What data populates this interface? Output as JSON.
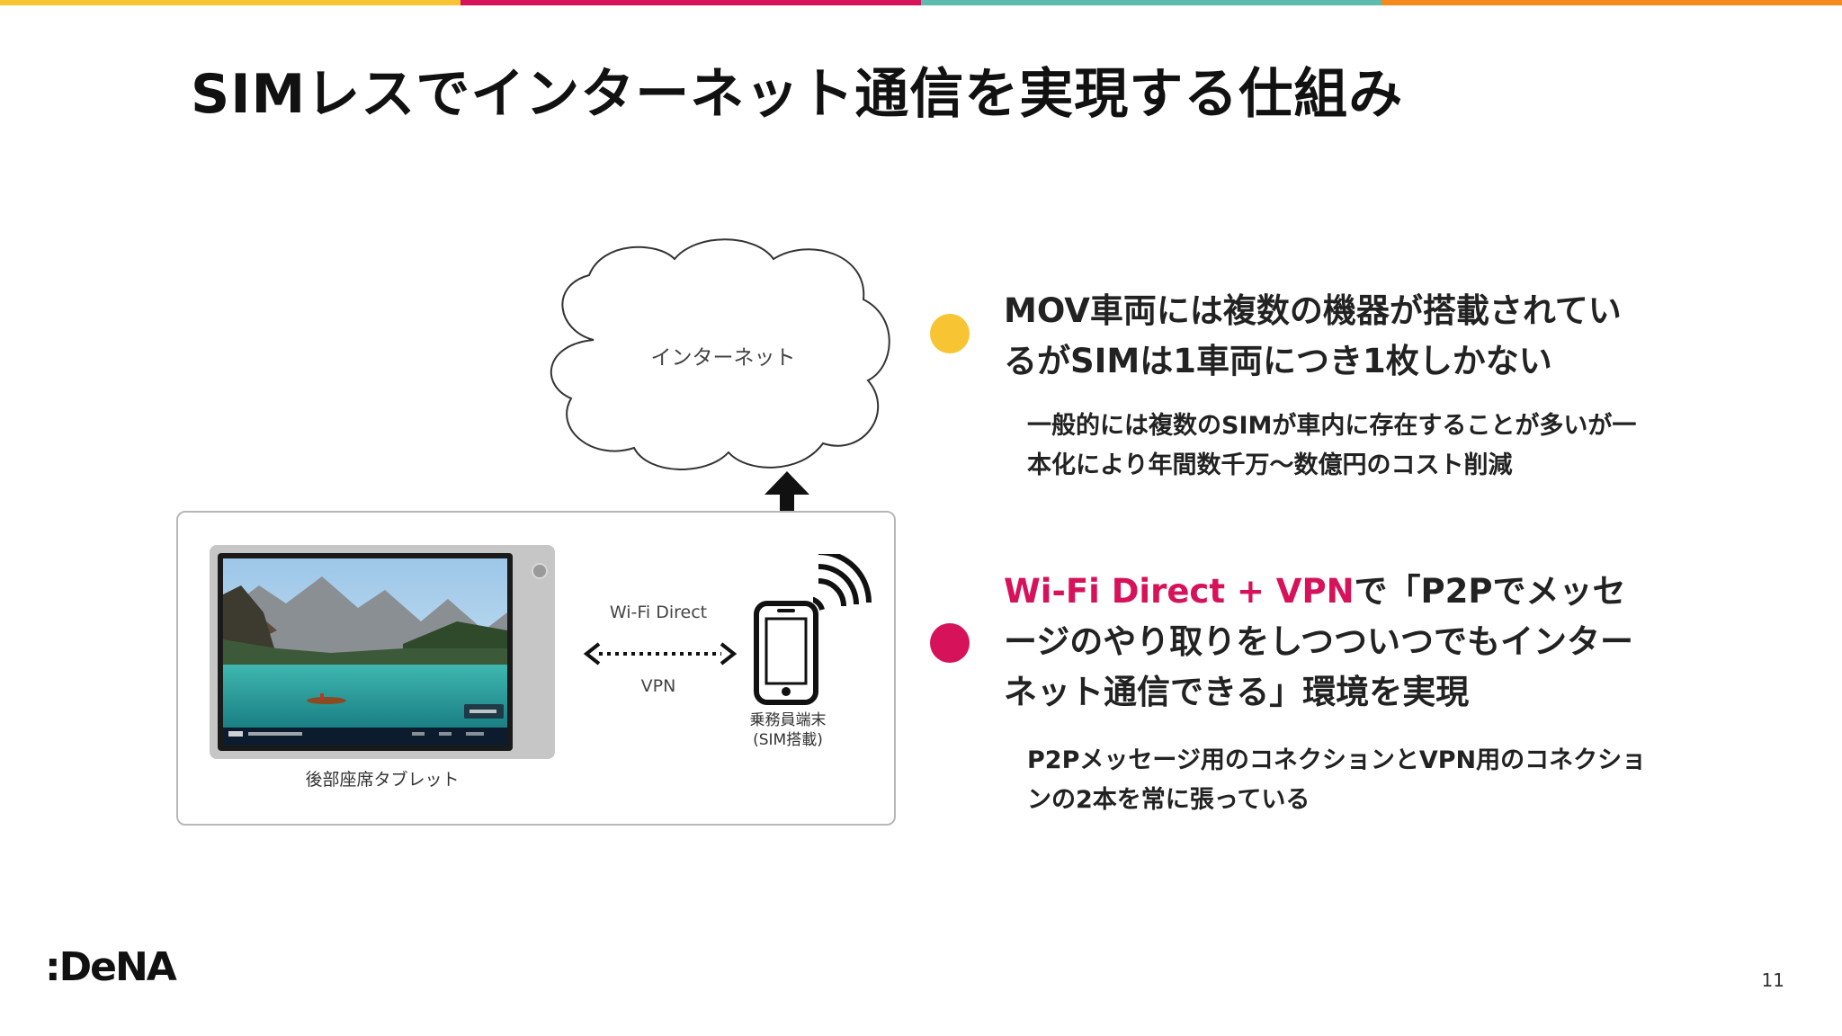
{
  "colors": {
    "top_bar": [
      "#f7c533",
      "#d6135a",
      "#5cbcb0",
      "#f28a1e"
    ],
    "bullet_yellow": "#f7c533",
    "bullet_pink": "#d6135a",
    "accent_text": "#d6135a"
  },
  "slide": {
    "title": "SIMレスでインターネット通信を実現する仕組み",
    "page_number": "11",
    "logo": ":DeNA"
  },
  "diagram": {
    "cloud_label": "インターネット",
    "link_label_top": "Wi-Fi Direct",
    "link_label_bottom": "VPN",
    "tablet_label": "後部座席タブレット",
    "phone_label": "乗務員端末\n(SIM搭載)",
    "icons": [
      "cloud-icon",
      "double-arrow-icon",
      "smartphone-icon",
      "signal-icon",
      "dotted-double-arrow-icon"
    ]
  },
  "bullets": [
    {
      "headline": "MOV車両には複数の機器が搭載されているがSIMは1車両につき1枚しかない",
      "detail": "一般的には複数のSIMが車内に存在することが多いが一本化により年間数千万〜数億円のコスト削減"
    },
    {
      "headline_highlight": "Wi-Fi Direct + VPN",
      "headline_rest": "で「P2Pでメッセージのやり取りをしつついつでもインターネット通信できる」環境を実現",
      "detail": "P2Pメッセージ用のコネクションとVPN用のコネクションの2本を常に張っている"
    }
  ]
}
